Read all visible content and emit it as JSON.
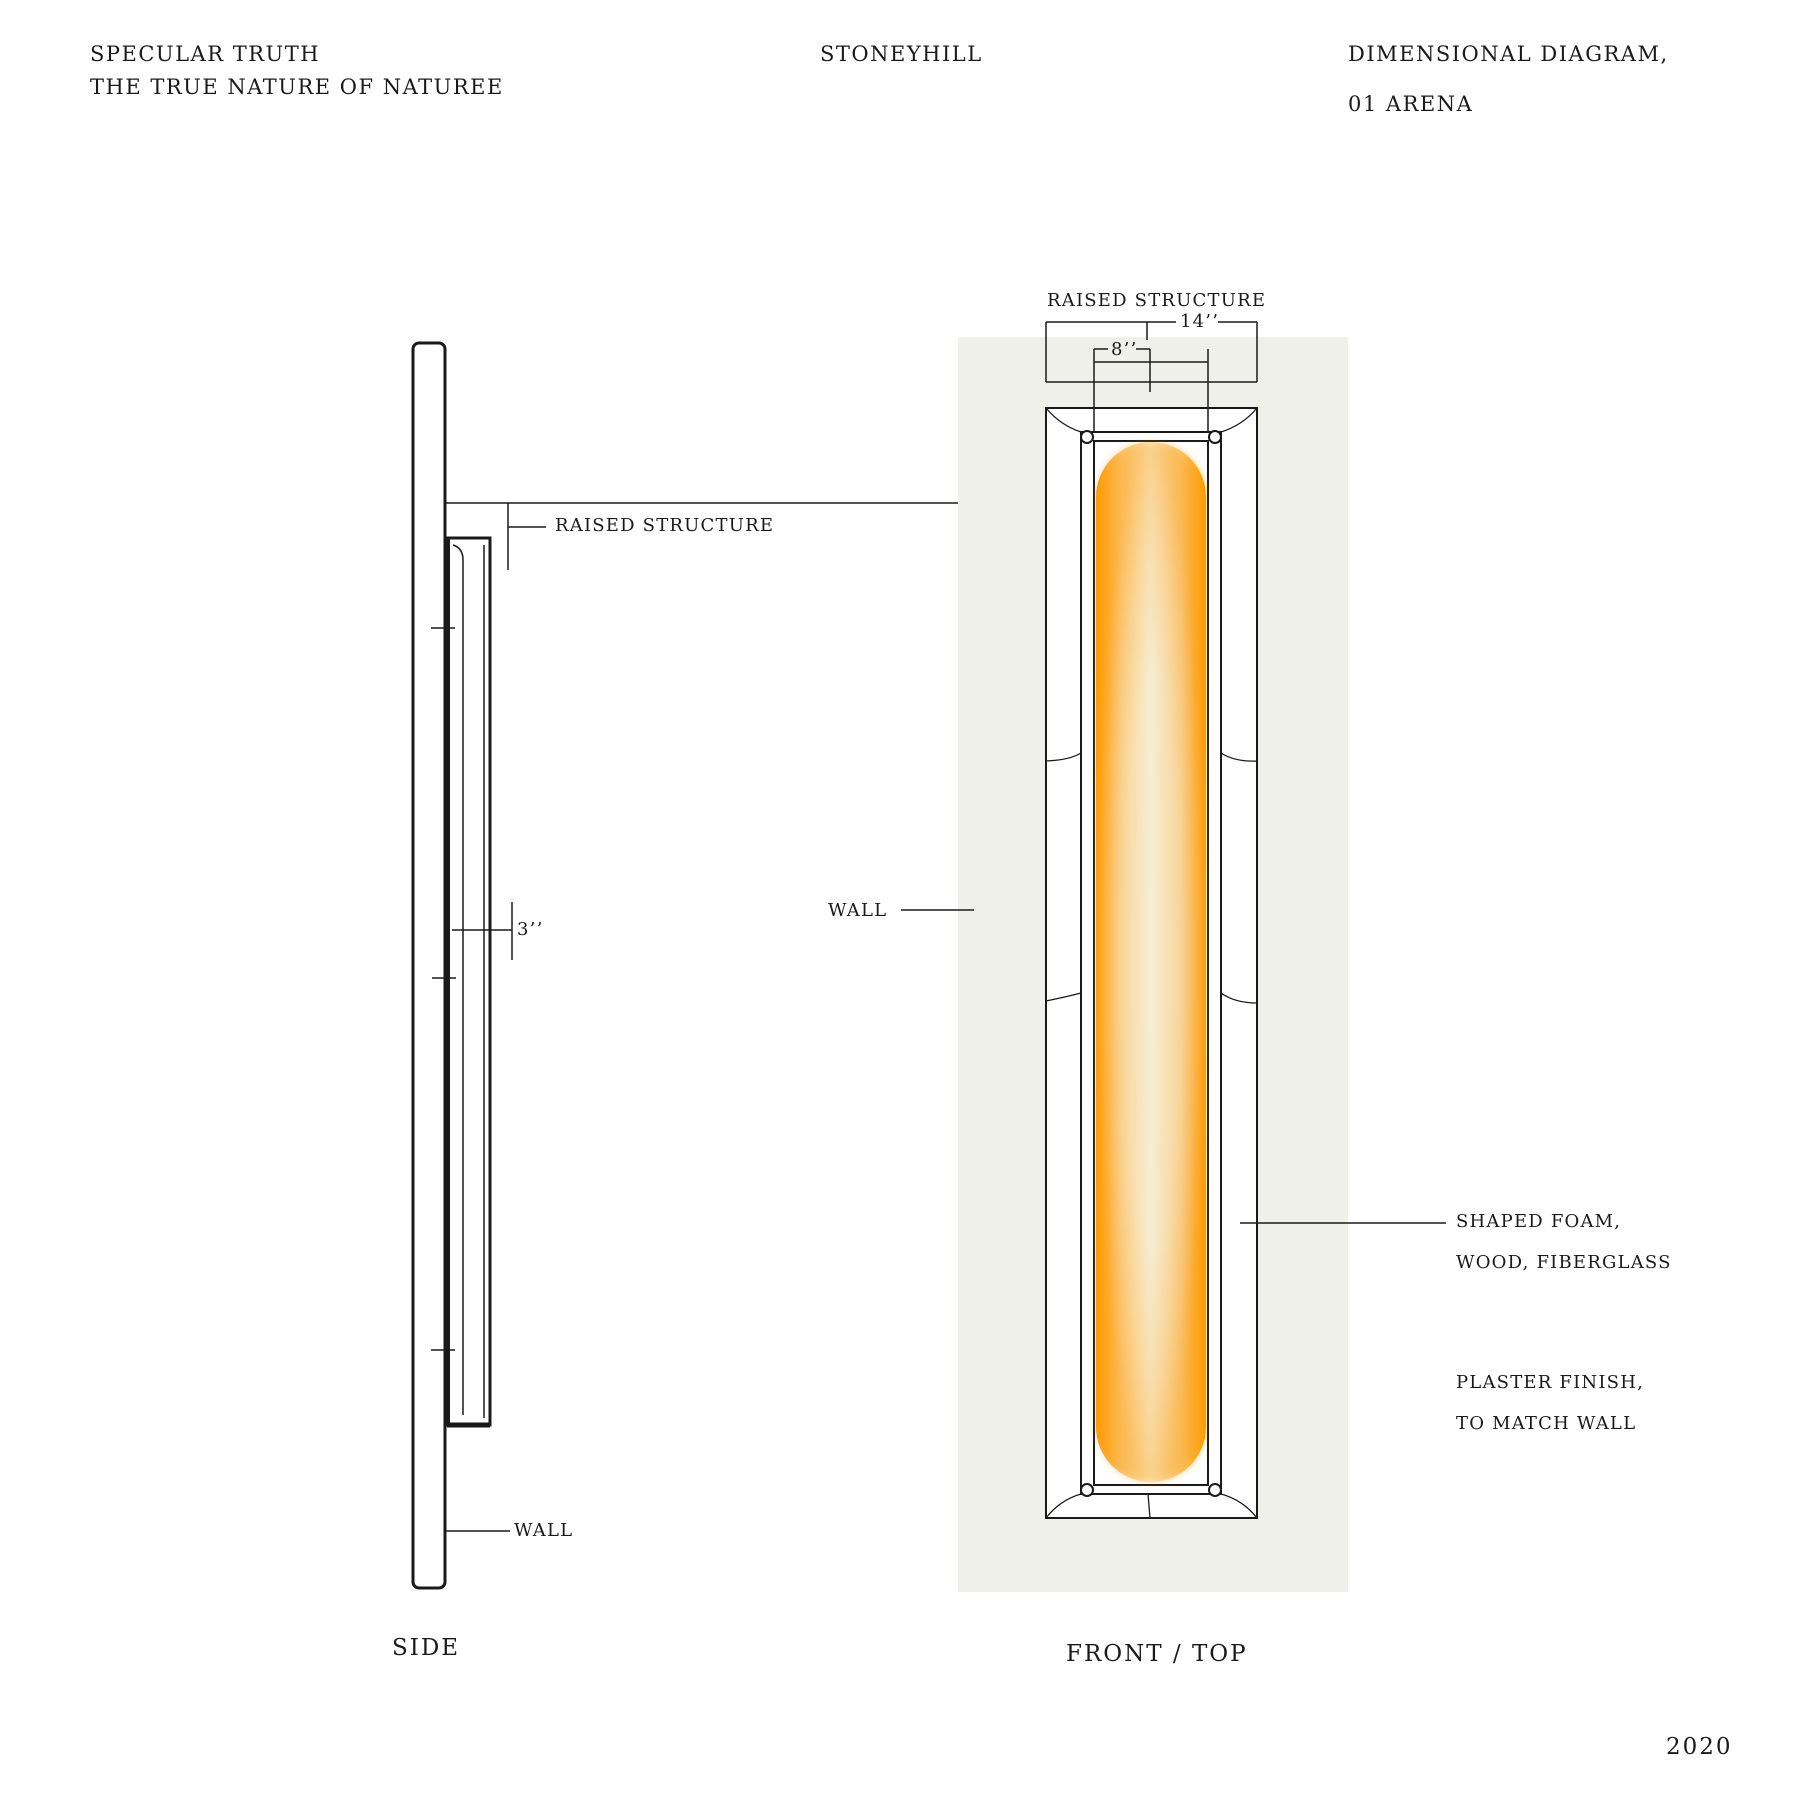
{
  "header": {
    "left_line1": "SPECULAR TRUTH",
    "left_line2": "THE TRUE NATURE OF NATUREE",
    "center": "STONEYHILL",
    "right_line1": "DIMENSIONAL DIAGRAM,",
    "right_line2": "01   ARENA"
  },
  "side_view": {
    "raised_structure_label": "RAISED STRUCTURE",
    "depth_label": "3’’",
    "wall_label": "WALL",
    "caption": "SIDE"
  },
  "front_view": {
    "raised_structure_label": "RAISED STRUCTURE",
    "outer_width_label": "14’’",
    "inner_width_label": "8’’",
    "wall_label": "WALL",
    "material_line1": "SHAPED FOAM,",
    "material_line2": "WOOD, FIBERGLASS",
    "finish_line1": "PLASTER FINISH,",
    "finish_line2": "TO MATCH WALL",
    "caption": "FRONT / TOP"
  },
  "footer": {
    "year": "2020"
  },
  "colors": {
    "ink": "#1a1a1a",
    "wall_fill": "#f0f0eb",
    "light_core": "#f7efd6",
    "light_glow": "#ff9a00"
  }
}
